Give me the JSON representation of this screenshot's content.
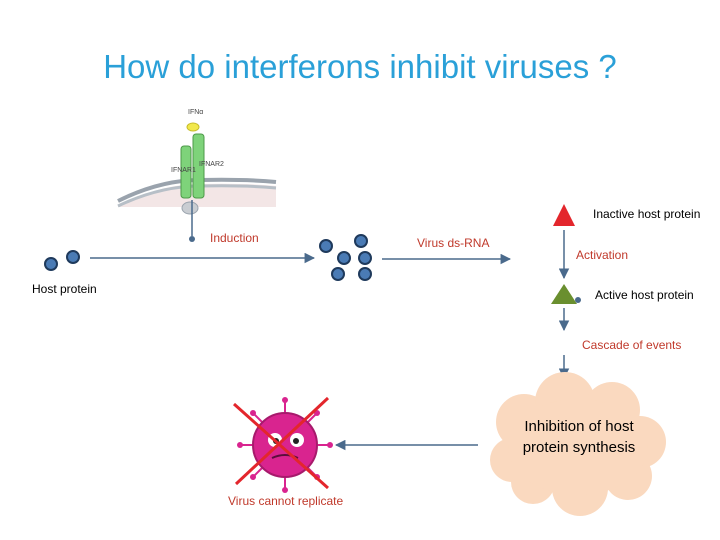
{
  "title": "How do interferons inhibit viruses ?",
  "receptor": {
    "ligand": "IFNα",
    "chain_left": "IFNAR1",
    "chain_right": "IFNAR2"
  },
  "labels": {
    "induction": "Induction",
    "host_protein": "Host protein",
    "virus_dsrna": "Virus ds-RNA",
    "inactive_host_protein": "Inactive host protein",
    "activation": "Activation",
    "active_host_protein": "Active host protein",
    "cascade": "Cascade of events",
    "inhibition": "Inhibition of host protein synthesis",
    "virus_cannot_replicate": "Virus  cannot replicate"
  },
  "colors": {
    "title": "#2aa0d8",
    "label_red": "#c0392b",
    "dot_fill": "#4a7bb5",
    "dot_stroke": "#1f3a5c",
    "arrow": "#4a6a8c",
    "inactive_triangle": "#e3262c",
    "active_triangle": "#6a8f2f",
    "cloud": "#fad9bf",
    "receptor": "#7ed37a",
    "ligand": "#f2e84c",
    "virus": "#d9248f",
    "cross": "#e3262c"
  }
}
